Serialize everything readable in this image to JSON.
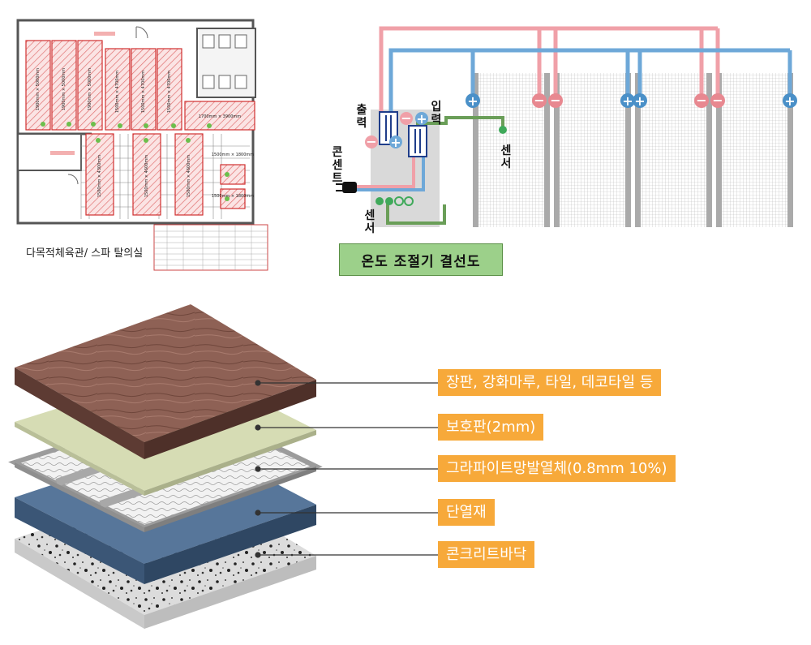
{
  "floor_plan": {
    "caption": "다목적체육관/ 스파 탈의실",
    "room_labels": [
      "1900mm × 5000mm",
      "1900mm × 5000mm",
      "1900mm × 5000mm",
      "1500mm × 4700mm",
      "1500mm × 4700mm",
      "1500mm × 4700mm",
      "1700mm × 3900mm",
      "1500mm × 4300mm",
      "1500mm × 4600mm",
      "1500mm × 4600mm",
      "1500mm × 1800mm",
      "1500mm × 1800mm"
    ]
  },
  "wiring": {
    "caption": "온도 조절기 결선도",
    "label_output": "출력",
    "label_input": "입력",
    "label_outlet": "콘센트",
    "label_sensor_left": "센서",
    "label_sensor_right": "센서",
    "colors": {
      "positive": "#4a90c8",
      "negative": "#e88890",
      "sensor": "#5a9a4a"
    }
  },
  "layers": [
    {
      "label": "장판, 강화마루, 타일, 데코타일 등"
    },
    {
      "label": "보호판(2mm)"
    },
    {
      "label": "그라파이트망발열체(0.8mm 10%)"
    },
    {
      "label": "단열재"
    },
    {
      "label": "콘크리트바닥"
    }
  ],
  "colors": {
    "label_bg": "#f7a93a",
    "wood": "#8b5e52",
    "board": "#d6dcb4",
    "insulation": "#4d6a8c",
    "concrete": "#d9d9d9"
  }
}
